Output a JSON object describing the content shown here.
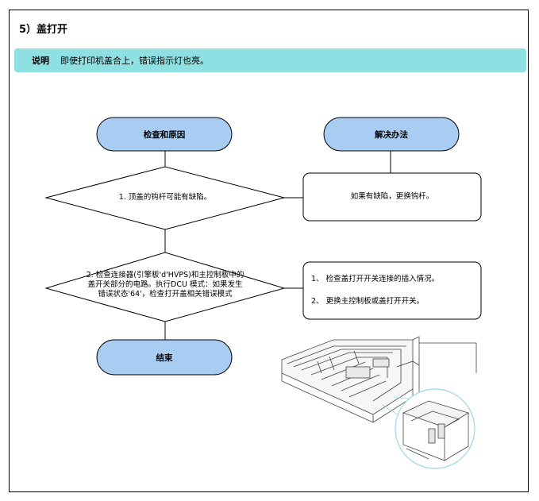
{
  "title": "5）盖打开",
  "note": {
    "label": "说明",
    "text": "即使打印机盖合上，错误指示灯也亮。"
  },
  "flow": {
    "check_header": "检查和原因",
    "solution_header": "解决办法",
    "cause1": "1. 顶盖的钩杆可能有缺陷。",
    "solution1": "如果有缺陷，更换钩杆。",
    "cause2": "2. 检查连接器(引擎板'd'HVPS)和主控制板中的盖开关部分的电路。执行DCU 模式：如果发生错误状态'64'，检查打开盖相关错误模式",
    "solution2_1": "1、  检查盖打开开关连接的插入情况。",
    "solution2_2": "2、  更换主控制板或盖打开开关。",
    "end": "结束"
  }
}
